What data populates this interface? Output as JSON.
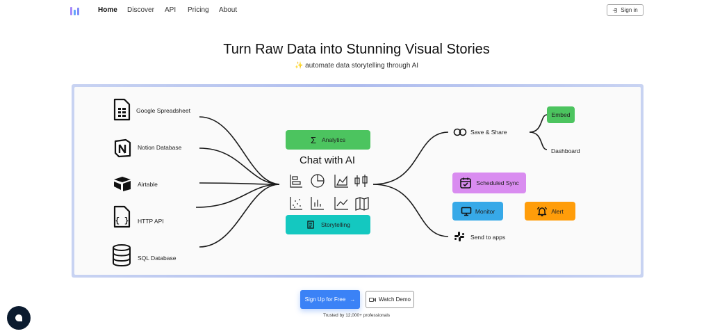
{
  "nav": {
    "links": [
      "Home",
      "Discover",
      "API",
      "Pricing",
      "About"
    ],
    "signin_label": "Sign in",
    "logo_colors": [
      "#a78bfa",
      "#60a5fa",
      "#818cf8"
    ]
  },
  "hero": {
    "title": "Turn Raw Data into Stunning Visual Stories",
    "subtitle": "automate data storytelling through AI",
    "sparkle_icon": "sparkles-icon"
  },
  "diagram": {
    "sources": [
      {
        "label": "Google Spreadsheet",
        "icon": "spreadsheet-icon"
      },
      {
        "label": "Notion Database",
        "icon": "notion-icon"
      },
      {
        "label": "Airtable",
        "icon": "airtable-icon"
      },
      {
        "label": "HTTP API",
        "icon": "http-api-icon"
      },
      {
        "label": "SQL Database",
        "icon": "database-icon"
      }
    ],
    "center": {
      "title": "Chat with AI",
      "analytics_label": "Analytics",
      "storytelling_label": "Storytelling",
      "analytics_color": "#4cc45f",
      "storytelling_color": "#14c8c0"
    },
    "destinations": {
      "save_share": "Save & Share",
      "embed": "Embed",
      "dashboard": "Dashboard",
      "scheduled_sync": "Scheduled Sync",
      "monitor": "Monitor",
      "alert": "Alert",
      "send_to_apps": "Send to apps"
    },
    "colors": {
      "embed": "#4cc45f",
      "scheduled_sync": "#d98cf0",
      "monitor": "#37a9e8",
      "alert": "#ff9d0a"
    }
  },
  "cta": {
    "signup_label": "Sign Up for Free",
    "demo_label": "Watch Demo",
    "trusted": "Trusted by 12,000+ professionals"
  },
  "chat_widget": {
    "icon": "chat-bubble-icon"
  }
}
